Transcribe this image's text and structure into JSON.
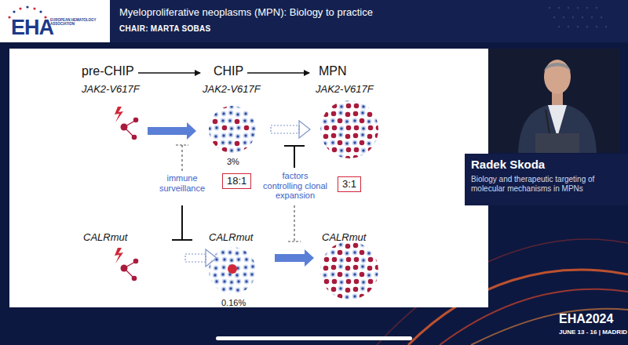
{
  "diagram": {
    "title": "Myeloproliferative neoplasms (MPN): Biology to practice",
    "nodes": [
      {
        "text": [
          "18:1"
        ]
      },
      {
        "text": [
          "3:1"
        ]
      }
    ],
    "labels": [
      "EHA",
      "EUROPEAN HEMATOLOGY ASSOCIATION",
      "CHAIR: MARTA SOBAS",
      "pre-CHIP",
      "CHIP",
      "MPN",
      "JAK2-V617F",
      "JAK2-V617F",
      "JAK2-V617F",
      "3%",
      "immune surveillance",
      "factors controlling clonal expansion",
      "CALRmut",
      "CALRmut",
      "CALRmut",
      "0.16%",
      "Radek Skoda",
      "Biology and therapeutic targeting of molecular mechanisms in MPNs",
      "EHA2024",
      "JUNE 13 - 16 | MADRID"
    ]
  }
}
